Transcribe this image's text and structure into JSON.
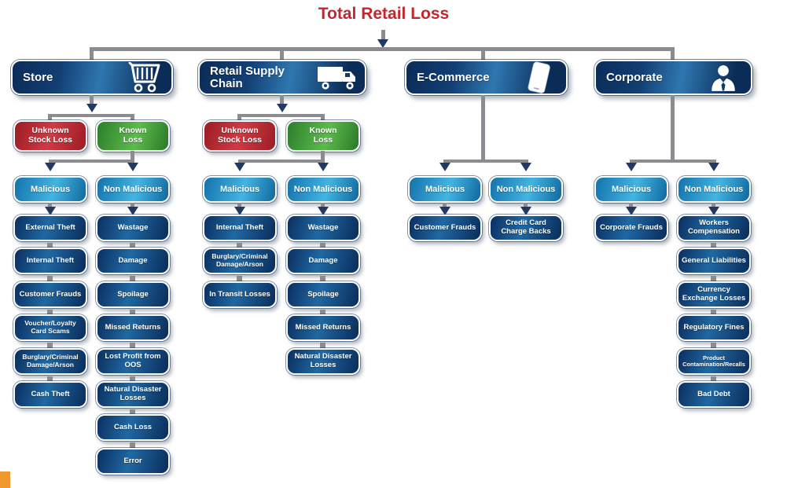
{
  "title": "Total Retail Loss",
  "colors": {
    "title_red": "#c1272d",
    "unknown_loss_red": "#c22a33",
    "known_loss_green": "#46a53d",
    "category_blue": "#2b9fd0",
    "node_navy": "#0d3a6e",
    "connector_gray": "#8b8b90",
    "accent_orange": "#f0982f"
  },
  "labels": {
    "unknown_stock_loss": "Unknown Stock Loss",
    "known_loss": "Known Loss",
    "malicious": "Malicious",
    "non_malicious": "Non Malicious"
  },
  "store": {
    "label": "Store",
    "icon": "shopping-cart-icon",
    "malicious": [
      "External Theft",
      "Internal Theft",
      "Customer Frauds",
      "Voucher/Loyalty Card Scams",
      "Burglary/Criminal Damage/Arson",
      "Cash Theft"
    ],
    "non_malicious": [
      "Wastage",
      "Damage",
      "Spoilage",
      "Missed Returns",
      "Lost Profit from OOS",
      "Natural Disaster Losses",
      "Cash Loss",
      "Error"
    ]
  },
  "retail_supply_chain": {
    "label": "Retail Supply Chain",
    "icon": "truck-icon",
    "malicious": [
      "Internal Theft",
      "Burglary/Criminal Damage/Arson",
      "In Transit Losses"
    ],
    "non_malicious": [
      "Wastage",
      "Damage",
      "Spoilage",
      "Missed Returns",
      "Natural Disaster Losses"
    ]
  },
  "e_commerce": {
    "label": "E-Commerce",
    "icon": "smartphone-icon",
    "malicious": [
      "Customer Frauds"
    ],
    "non_malicious": [
      "Credit Card Charge Backs"
    ]
  },
  "corporate": {
    "label": "Corporate",
    "icon": "businessman-icon",
    "malicious": [
      "Corporate Frauds"
    ],
    "non_malicious": [
      "Workers Compensation",
      "General Liabilities",
      "Currency Exchange Losses",
      "Regulatory Fines",
      "Product Contamination/Recalls",
      "Bad Debt"
    ]
  }
}
